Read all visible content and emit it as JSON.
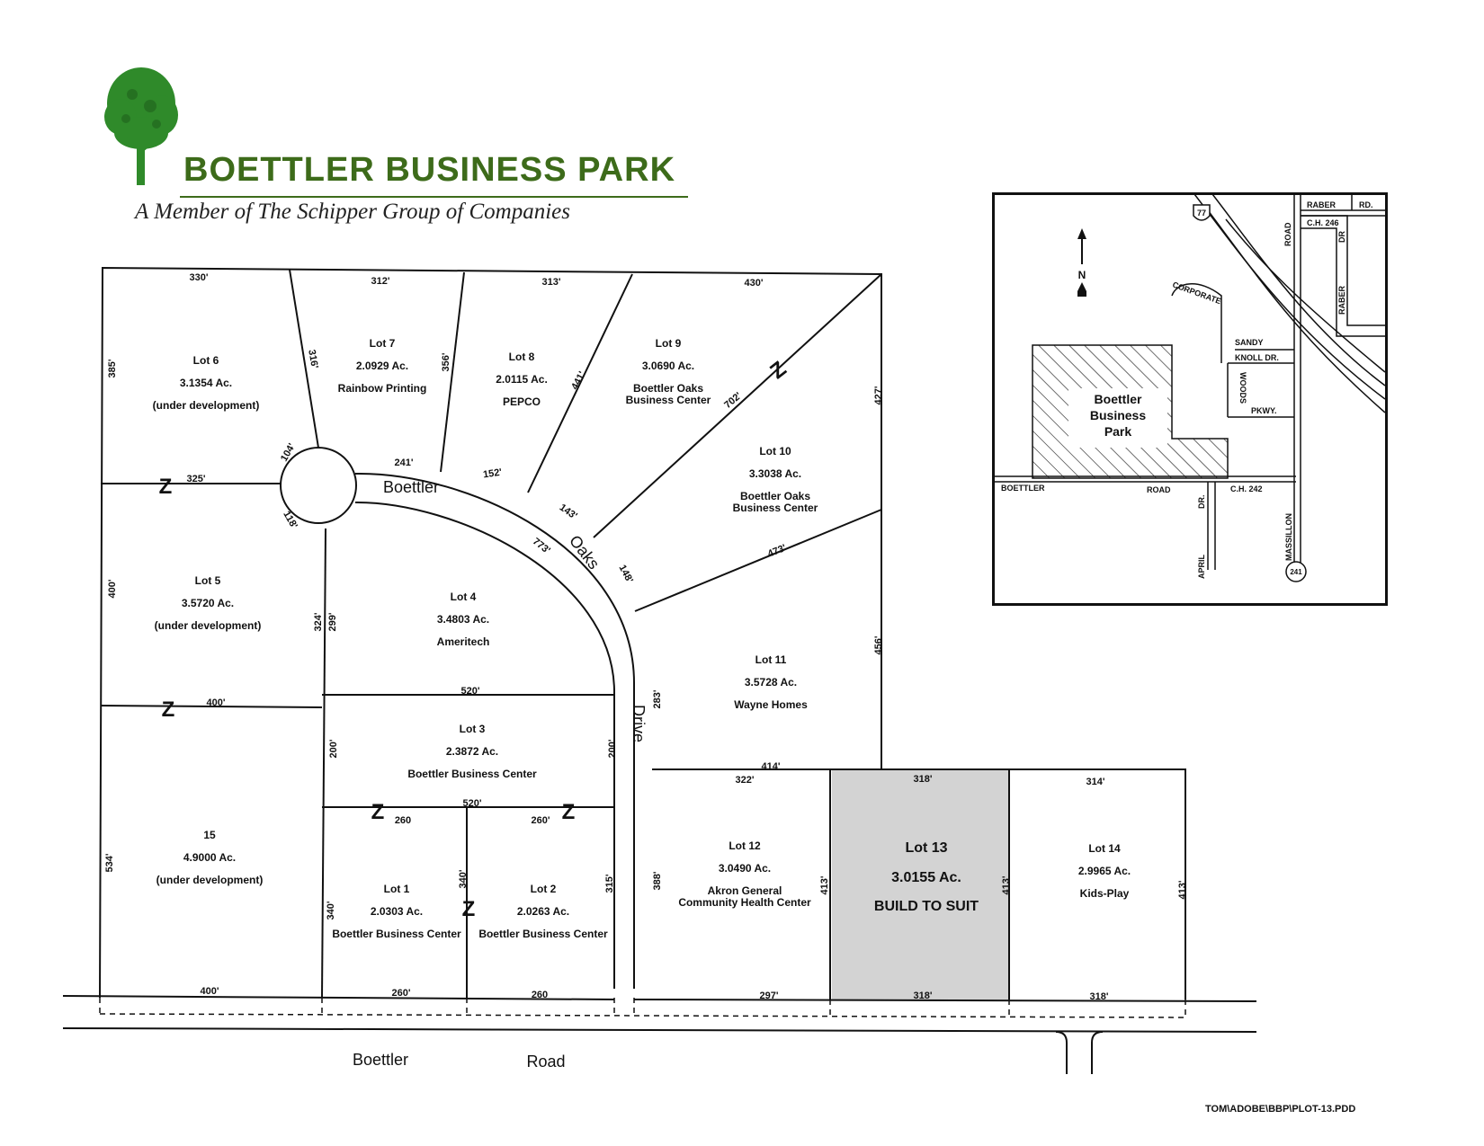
{
  "header": {
    "title": "BOETTLER BUSINESS PARK",
    "subtitle": "A Member of The Schipper Group of Companies"
  },
  "colors": {
    "brand_green": "#3d6b1a",
    "tree_green": "#2f8a2a",
    "highlight_lot": "#d3d3d3"
  },
  "lots": {
    "lot6": {
      "name": "Lot 6",
      "acres": "3.1354 Ac.",
      "status": "(under development)"
    },
    "lot7": {
      "name": "Lot 7",
      "acres": "2.0929 Ac.",
      "tenant": "Rainbow Printing"
    },
    "lot8": {
      "name": "Lot 8",
      "acres": "2.0115 Ac.",
      "tenant": "PEPCO"
    },
    "lot9": {
      "name": "Lot 9",
      "acres": "3.0690 Ac.",
      "tenant_line1": "Boettler Oaks",
      "tenant_line2": "Business Center"
    },
    "lot10": {
      "name": "Lot 10",
      "acres": "3.3038 Ac.",
      "tenant_line1": "Boettler Oaks",
      "tenant_line2": "Business Center"
    },
    "lot5": {
      "name": "Lot 5",
      "acres": "3.5720 Ac.",
      "status": "(under development)"
    },
    "lot4": {
      "name": "Lot 4",
      "acres": "3.4803 Ac.",
      "tenant": "Ameritech"
    },
    "lot11": {
      "name": "Lot 11",
      "acres": "3.5728 Ac.",
      "tenant": "Wayne Homes"
    },
    "lot3": {
      "name": "Lot 3",
      "acres": "2.3872 Ac.",
      "tenant": "Boettler Business Center"
    },
    "lot15": {
      "name": "15",
      "acres": "4.9000 Ac.",
      "status": "(under development)"
    },
    "lot1": {
      "name": "Lot 1",
      "acres": "2.0303 Ac.",
      "tenant": "Boettler Business Center"
    },
    "lot2": {
      "name": "Lot 2",
      "acres": "2.0263 Ac.",
      "tenant": "Boettler Business Center"
    },
    "lot12": {
      "name": "Lot 12",
      "acres": "3.0490 Ac.",
      "tenant_line1": "Akron General",
      "tenant_line2": "Community Health Center"
    },
    "lot13": {
      "name": "Lot 13",
      "acres": "3.0155 Ac.",
      "status": "BUILD TO SUIT"
    },
    "lot14": {
      "name": "Lot 14",
      "acres": "2.9965 Ac.",
      "tenant": "Kids-Play"
    }
  },
  "streets": {
    "boettler": "Boettler",
    "oaks": "Oaks",
    "drive": "Drive",
    "road_boettler": "Boettler",
    "road_road": "Road"
  },
  "zone_mark": "Z",
  "dimensions": {
    "d330": "330'",
    "d312": "312'",
    "d313": "313'",
    "d430": "430'",
    "d385": "385'",
    "d316": "316'",
    "d356": "356'",
    "d441": "441'",
    "d702": "702'",
    "d427": "427'",
    "d104": "104'",
    "d241": "241'",
    "d152": "152'",
    "d143": "143'",
    "d148": "148'",
    "d325": "325'",
    "d118": "118'",
    "d773": "773'",
    "d473": "473'",
    "d400a": "400'",
    "d324": "324'",
    "d299": "299'",
    "d456": "456'",
    "d400b": "400'",
    "d520a": "520'",
    "d283": "283'",
    "d200a": "200'",
    "d200b": "200'",
    "d414": "414'",
    "d322": "322'",
    "d318a": "318'",
    "d314": "314'",
    "d520b": "520'",
    "d260a": "260",
    "d260b": "260'",
    "d534": "534'",
    "d340a": "340'",
    "d340b": "340'",
    "d315": "315'",
    "d388": "388'",
    "d413a": "413'",
    "d413b": "413'",
    "d413c": "413'",
    "d400c": "400'",
    "d260c": "260'",
    "d260d": "260",
    "d297": "297'",
    "d318b": "318'",
    "d318c": "318'"
  },
  "inset_map": {
    "site_line1": "Boettler",
    "site_line2": "Business",
    "site_line3": "Park",
    "north": "N",
    "interstate": "77",
    "state_route": "241",
    "labels": {
      "raber_rd": "RABER",
      "rd": "RD.",
      "ch246": "C.H. 246",
      "road_v": "ROAD",
      "dr_v": "DR",
      "raber_v": "RABER",
      "corporate": "CORPORATE",
      "sandy": "SANDY",
      "knoll": "KNOLL DR.",
      "woods": "WOODS",
      "pkwy": "PKWY.",
      "boettler": "BOETTLER",
      "road": "ROAD",
      "ch242": "C.H. 242",
      "dr2": "DR.",
      "april": "APRIL",
      "massillon": "MASSILLON"
    }
  },
  "footer": "TOM\\ADOBE\\BBP\\PLOT-13.PDD"
}
